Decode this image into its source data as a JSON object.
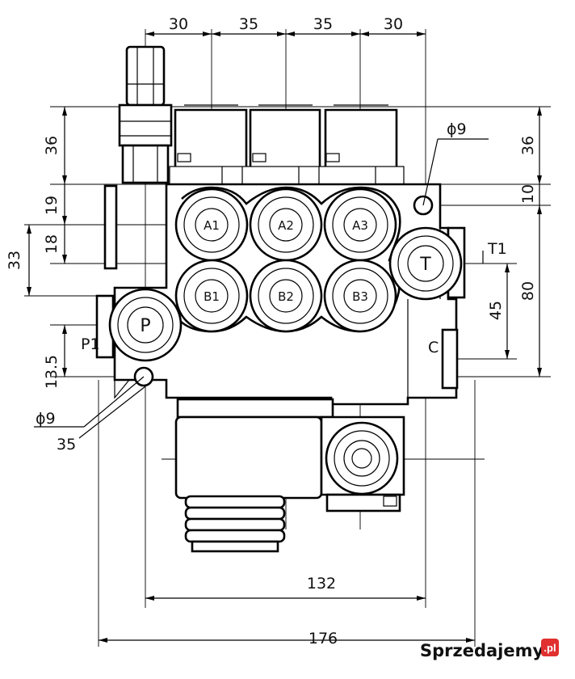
{
  "dimensions": {
    "top": [
      "30",
      "35",
      "35",
      "30"
    ],
    "left_36": "36",
    "left_19": "19",
    "left_18": "18",
    "left_33": "33",
    "left_13_5": "13.5",
    "right_36": "36",
    "right_10": "10",
    "right_80": "80",
    "right_45": "45",
    "hole_top": "ϕ9",
    "hole_bottom": "ϕ9",
    "offset_35": "35",
    "width_132": "132",
    "width_176": "176"
  },
  "ports": {
    "A1": "A1",
    "A2": "A2",
    "A3": "A3",
    "B1": "B1",
    "B2": "B2",
    "B3": "B3",
    "P": "P",
    "T": "T"
  },
  "labels": {
    "P1": "P1",
    "T1": "T1",
    "C": "C"
  },
  "watermark": {
    "text": "Sprzedajemy",
    "badge": ".pl",
    "badge_color": "#e03030"
  }
}
